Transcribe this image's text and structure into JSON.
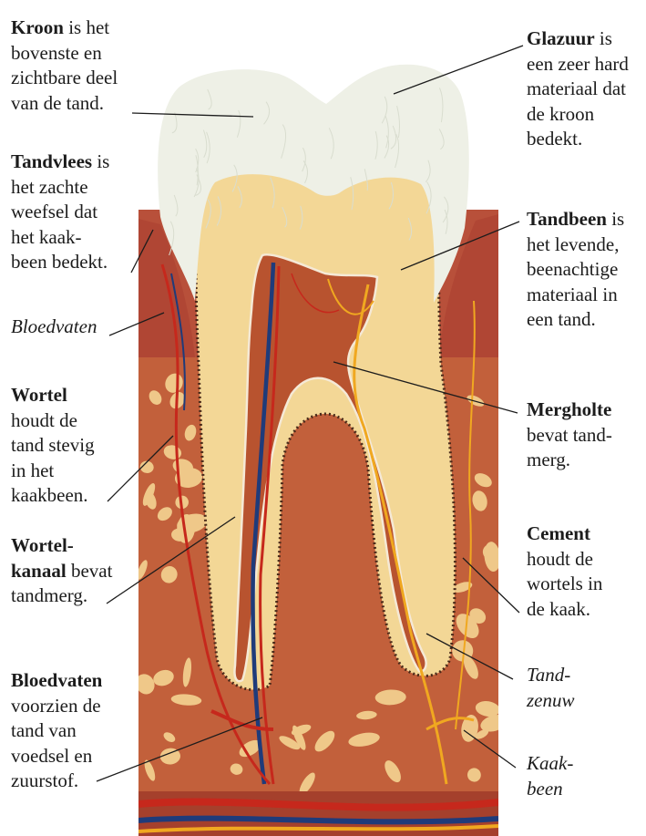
{
  "colors": {
    "enamel": "#eef0e6",
    "dentin": "#f3d796",
    "pulp": "#b8532f",
    "gum": "#b8503a",
    "bone": "#efc889",
    "marrow": "#c2603b",
    "artery": "#c6281c",
    "vein": "#1f3b7a",
    "nerve": "#f0a820",
    "line": "#1c1c1c"
  },
  "labels": {
    "kroon": {
      "term": "Kroon",
      "l1": " is het",
      "l2": "bovenste en",
      "l3": "zichtbare deel",
      "l4": "van de tand."
    },
    "tandvlees": {
      "term": "Tandvlees",
      "l1": " is",
      "l2": "het zachte",
      "l3": "weefsel dat",
      "l4": "het kaak-",
      "l5": "been bedekt."
    },
    "bloedvaten_top": {
      "text": "Bloedvaten"
    },
    "wortel": {
      "term": "Wortel",
      "l2": "houdt de",
      "l3": "tand stevig",
      "l4": "in het",
      "l5": "kaakbeen."
    },
    "wortelkanaal": {
      "term1": "Wortel-",
      "term2": "kanaal",
      "l2": " bevat",
      "l3": "tandmerg."
    },
    "bloedvaten_bottom": {
      "term": "Bloedvaten",
      "l2": "voorzien de",
      "l3": "tand van",
      "l4": "voedsel en",
      "l5": "zuurstof."
    },
    "glazuur": {
      "term": "Glazuur",
      "l1": " is",
      "l2": "een zeer hard",
      "l3": "materiaal dat",
      "l4": "de kroon",
      "l5": "bedekt."
    },
    "tandbeen": {
      "term": "Tandbeen",
      "l1": " is",
      "l2": "het levende,",
      "l3": "beenachtige",
      "l4": "materiaal in",
      "l5": "een tand."
    },
    "mergholte": {
      "term": "Mergholte",
      "l2": "bevat tand-",
      "l3": "merg."
    },
    "cement": {
      "term": "Cement",
      "l2": "houdt de",
      "l3": "wortels in",
      "l4": "de kaak."
    },
    "tandzenuw": {
      "l1": "Tand-",
      "l2": "zenuw"
    },
    "kaakbeen": {
      "l1": "Kaak-",
      "l2": "been"
    }
  }
}
